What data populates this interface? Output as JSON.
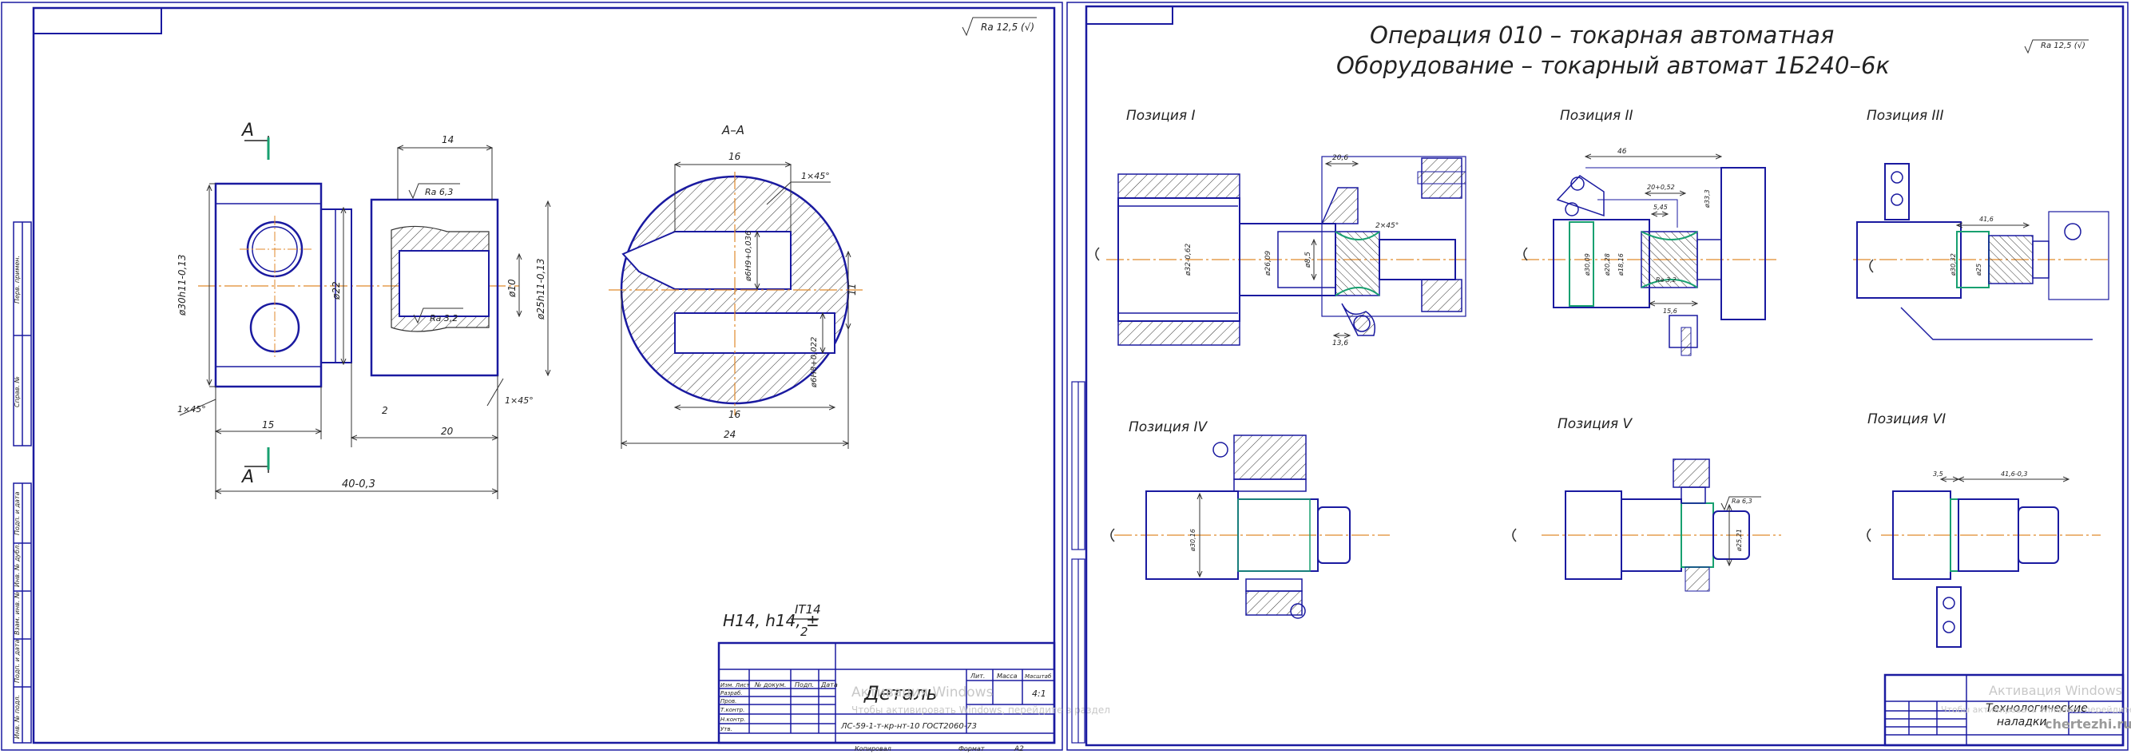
{
  "sheet1": {
    "ra_general": "Ra 12,5 (√)",
    "section_mark": "А",
    "section_title": "А–А",
    "dims": {
      "d30": "ø30h11-0,13",
      "d22": "ø22",
      "d10": "ø10",
      "d25": "ø25h11-0,13",
      "l14": "14",
      "l15": "15",
      "l20": "20",
      "l2": "2",
      "l40": "40-0,3",
      "ch1": "1×45°",
      "ch2": "1×45°",
      "ra63": "Ra 6,3",
      "ra32": "Ra 3,2",
      "s16top": "16",
      "s16bot": "16",
      "s24": "24",
      "s11": "11",
      "s6h9": "ø6H9+0,036",
      "s6h8": "ø6H8+0,022",
      "sch": "1×45°"
    },
    "tolerance_note": "H14, h14, ±",
    "tolerance_num": "IT14",
    "tolerance_den": "2",
    "title_block": {
      "name": "Деталь",
      "material": "ЛС-59-1-т-кр-нт-10 ГОСТ2060-73",
      "scale_label": "Масштаб",
      "mass_label": "Масса",
      "lit_label": "Лит.",
      "scale": "4:1",
      "col_izm": "Изм. Лист",
      "col_doc": "№ докум.",
      "col_sign": "Подп.",
      "col_date": "Дата",
      "rows": [
        "Разраб.",
        "Пров.",
        "Т.контр.",
        "Н.контр.",
        "Утв."
      ],
      "copied": "Копировал",
      "format": "Формат",
      "format_val": "А2"
    },
    "side_labels": [
      "Перв. примен.",
      "Справ. №",
      "Подп. и дата",
      "Инв. № дубл.",
      "Взам. инв. №",
      "Подп. и дата",
      "Инв. № подл."
    ]
  },
  "sheet2": {
    "title_line1": "Операция 010 – токарная автоматная",
    "title_line2": "Оборудование – токарный автомат 1Б240–6к",
    "ra_general": "Ra 12,5 (√)",
    "positions": [
      "Позиция I",
      "Позиция II",
      "Позиция III",
      "Позиция IV",
      "Позиция V",
      "Позиция VI"
    ],
    "dims": {
      "p1_20": "20,6",
      "p1_d32": "ø32-0,62",
      "p1_d26": "ø26,09",
      "p1_d85": "ø8,5",
      "p1_ch": "2×45°",
      "p1_13": "13,6",
      "p2_46": "46",
      "p2_20": "20+0,52",
      "p2_5": "5,45",
      "p2_d33": "ø33,3",
      "p2_d30": "ø30,09",
      "p2_d20": "ø20,28",
      "p2_d18": "ø18,16",
      "p2_ra": "Ra 3,2",
      "p2_15": "15,6",
      "p3_41": "41,6",
      "p3_d30": "ø30,32",
      "p3_d25": "ø25",
      "p4_d30": "ø30,16",
      "p5_ra": "Ra 6,3",
      "p5_d25": "ø25,21",
      "p6_35": "3,5",
      "p6_41": "41,6-0,3"
    },
    "title_block": {
      "name_line1": "Технологические",
      "name_line2": "наладки"
    }
  },
  "watermarks": {
    "left_line1": "Активация Windows",
    "left_line2": "Чтобы активировать Windows, перейдите в раздел",
    "right_line1": "Активация Windows",
    "right_line2": "Чтобы активировать Windows, перейдите в раздел",
    "site": "chertezhi.ru"
  }
}
